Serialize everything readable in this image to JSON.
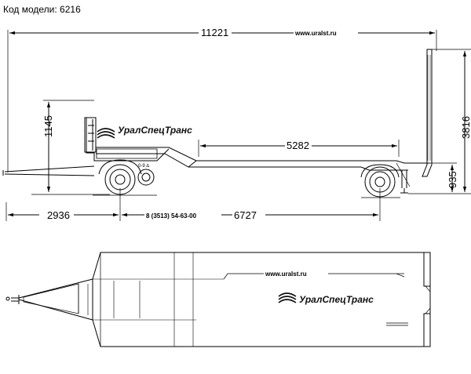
{
  "header": {
    "model_label": "Код модели: 6216"
  },
  "side_view": {
    "overall_length": "11221",
    "website": "www.uralst.ru",
    "height_total": "3816",
    "height_front": "1145",
    "height_deck": "935",
    "deck_length": "5282",
    "front_overhang": "2936",
    "phone": "8 (3513) 54-63-00",
    "wheelbase": "6727",
    "brand": "УралСпецТранс"
  },
  "top_view": {
    "website": "www.uralst.ru",
    "brand": "УралСпецТранс"
  }
}
